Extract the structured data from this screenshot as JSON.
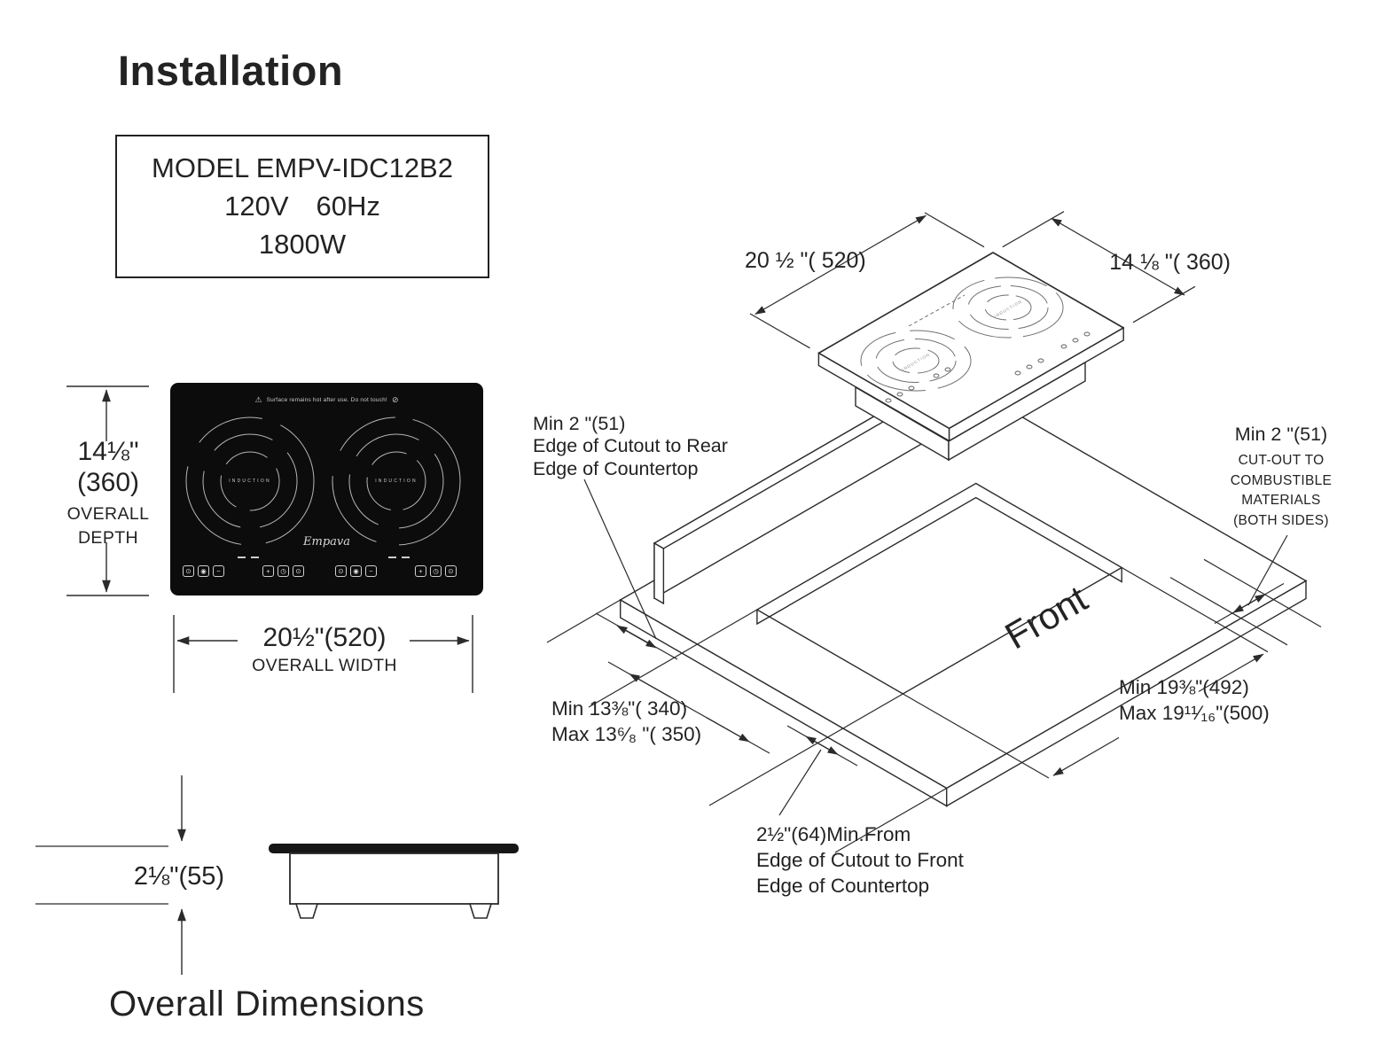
{
  "title": "Installation",
  "model_box": {
    "line1": "MODEL EMPV-IDC12B2",
    "line2": "120V 60Hz",
    "line3": "1800W"
  },
  "front_view": {
    "warning_icon": "warning-triangle",
    "warning_glyph": "⚠",
    "warning_text": "Surface remains hot after use. Do not touch!",
    "no_touch_icon": "no-touch-hand",
    "no_touch_glyph": "⊘",
    "burner_label": "INDUCTION",
    "logo": "Empava",
    "icons": [
      "⊙",
      "◉",
      "−",
      "+",
      "◷",
      "⊙"
    ],
    "icon_names": [
      "lock-icon",
      "power-icon",
      "minus-icon",
      "plus-icon",
      "timer-icon",
      "onoff-icon"
    ]
  },
  "dimensions": {
    "depth_value": "14⅛\"",
    "depth_mm": "(360)",
    "depth_l1": "OVERALL",
    "depth_l2": "DEPTH",
    "width_value": "20½\"(520)",
    "width_label": "OVERALL WIDTH",
    "height_value": "2⅛\"(55)",
    "overall_label": "Overall Dimensions"
  },
  "iso": {
    "width_label": "20 ½ \"( 520)",
    "depth_label": "14 ⅛ \"( 360)",
    "front_label": "Front",
    "burner_label": "INDUCTION",
    "rear_note": {
      "l1": "Min 2 \"(51)",
      "l2": "Edge of Cutout to Rear",
      "l3": "Edge of Countertop"
    },
    "side_note": {
      "l1": "Min 2 \"(51)",
      "l2": "CUT-OUT TO",
      "l3": "COMBUSTIBLE",
      "l4": "MATERIALS",
      "l5": "(BOTH SIDES)"
    },
    "depth_note": {
      "l1": "Min 13⅜\"( 340)",
      "l2": "Max 13⁶⁄₈ \"( 350)"
    },
    "width_note": {
      "l1": "Min 19⅜\"(492)",
      "l2": "Max 19¹¹⁄₁₆\"(500)"
    },
    "front_note": {
      "l1": "2½\"(64)Min.From",
      "l2": "Edge of Cutout to Front",
      "l3": "Edge of Countertop"
    }
  }
}
